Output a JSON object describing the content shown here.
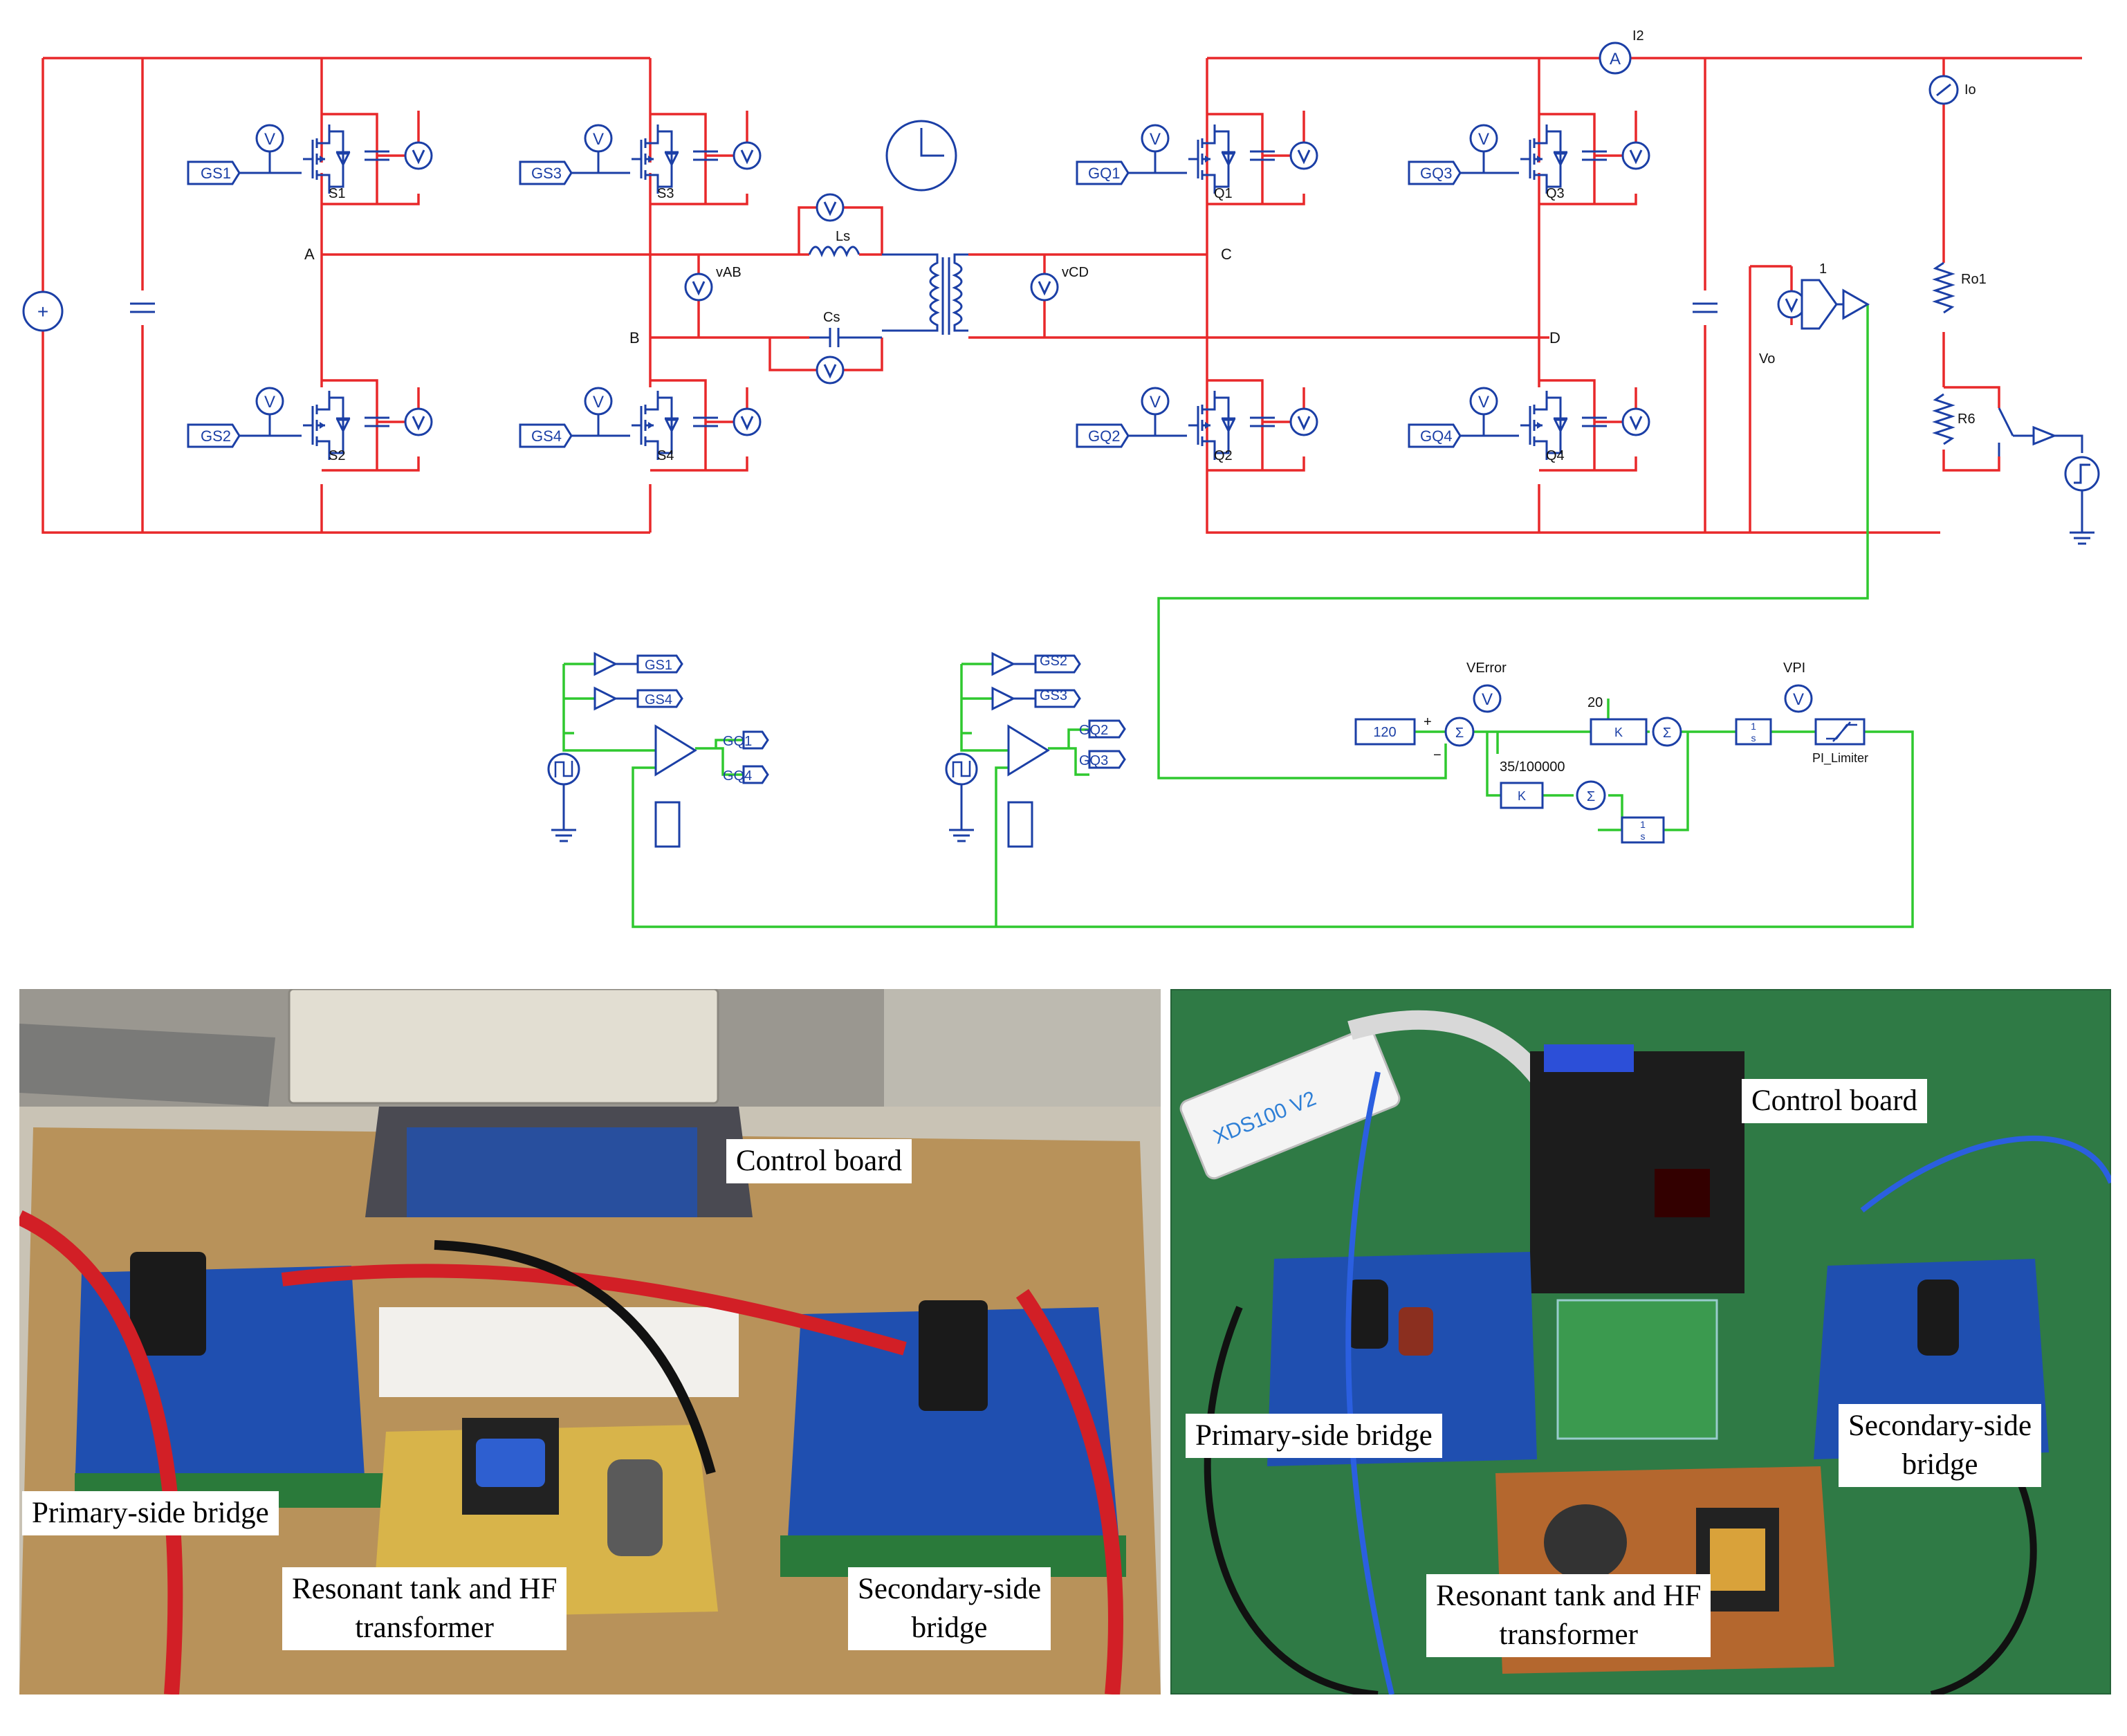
{
  "colors": {
    "power_wire": "#e8282a",
    "control_wire": "#2fc82f",
    "component": "#1b3fa6",
    "label": "#111111",
    "bench_pcb": "#1f4fb0",
    "mat_green": "#2f7a45"
  },
  "schematic": {
    "gate_tags": {
      "GS1": "GS1",
      "GS2": "GS2",
      "GS3": "GS3",
      "GS4": "GS4",
      "GQ1": "GQ1",
      "GQ2": "GQ2",
      "GQ3": "GQ3",
      "GQ4": "GQ4"
    },
    "switches": {
      "S1": "S1",
      "S2": "S2",
      "S3": "S3",
      "S4": "S4",
      "Q1": "Q1",
      "Q2": "Q2",
      "Q3": "Q3",
      "Q4": "Q4"
    },
    "nodes": {
      "A": "A",
      "B": "B",
      "C": "C",
      "D": "D"
    },
    "probes": {
      "vAB": "vAB",
      "vCD": "vCD",
      "Vo": "Vo",
      "I2": "I2",
      "Io": "Io",
      "VError": "VError",
      "VPI": "VPI"
    },
    "passives": {
      "Ls": "Ls",
      "Cs": "Cs",
      "Ro1": "Ro1",
      "R6": "R6"
    },
    "meter_glyphs": {
      "voltmeter": "V",
      "ammeter": "A"
    },
    "controller": {
      "reference": "120",
      "kp": "20",
      "ki": "35/100000",
      "gain_glyph": "K",
      "sum_glyph": "Σ",
      "integrator_top": "1",
      "integrator_bottom": "s",
      "sense_gain": "1",
      "limiter": "PI_Limiter"
    },
    "signs": {
      "plus": "+",
      "minus": "−"
    }
  },
  "photos": {
    "left": {
      "callouts": {
        "control_board": "Control board",
        "primary_bridge": "Primary-side bridge",
        "tank_l1": "Resonant tank and HF",
        "tank_l2": "transformer",
        "secondary_l1": "Secondary-side",
        "secondary_l2": "bridge"
      }
    },
    "right": {
      "emulator": "XDS100 V2",
      "callouts": {
        "control_board": "Control board",
        "primary_bridge": "Primary-side bridge",
        "secondary_l1": "Secondary-side",
        "secondary_l2": "bridge",
        "tank_l1": "Resonant tank and HF",
        "tank_l2": "transformer"
      }
    }
  }
}
